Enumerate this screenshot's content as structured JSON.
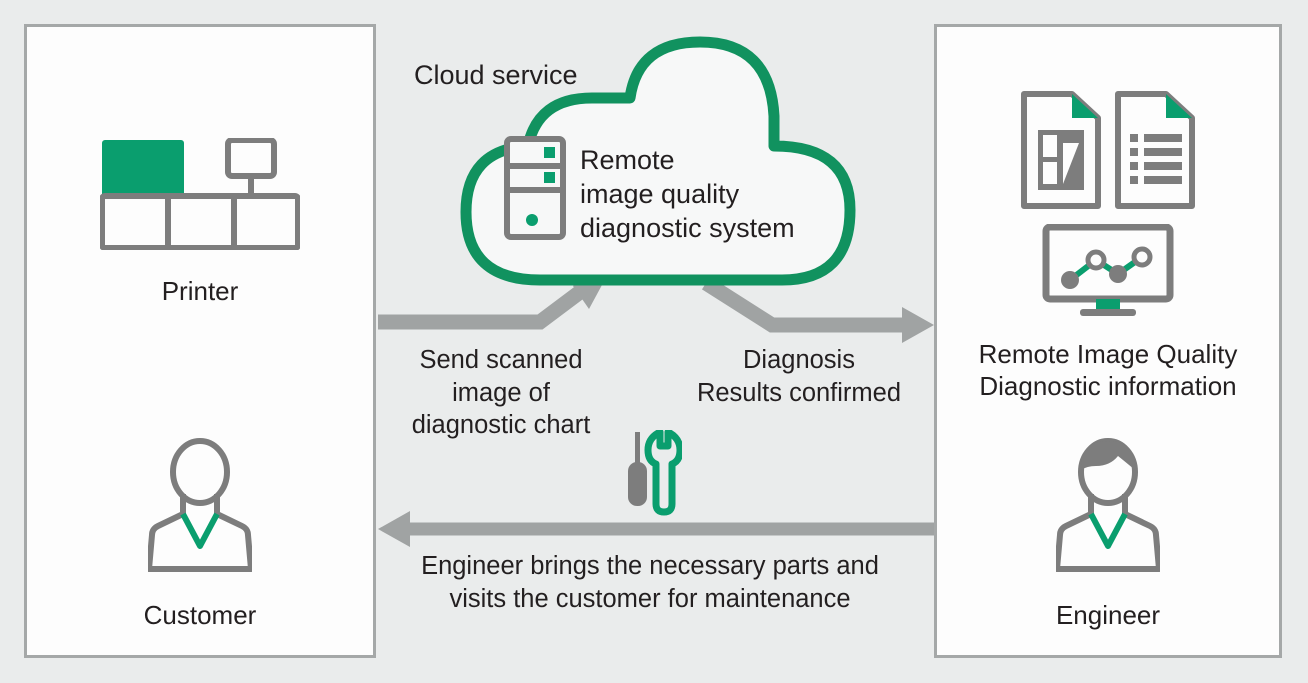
{
  "theme": {
    "background": "#eaecec",
    "panel_fill": "#fdfdfd",
    "panel_border": "#a5a8a8",
    "accent_green": "#0a9e6e",
    "icon_gray": "#7d7d7d",
    "arrow_gray": "#a0a3a3",
    "text_color": "#231f20"
  },
  "panels": {
    "customer": {
      "printer_label": "Printer",
      "person_label": "Customer",
      "printer_icon": "printer-icon",
      "person_icon": "customer-person-icon"
    },
    "engineer": {
      "info_label": "Remote Image Quality\nDiagnostic information",
      "person_label": "Engineer",
      "documents_icon": "documents-icon",
      "monitor_icon": "monitor-chart-icon",
      "person_icon": "engineer-person-icon"
    }
  },
  "cloud": {
    "title": "Cloud service",
    "system_name": "Remote\nimage quality\ndiagnostic system",
    "server_icon": "server-tower-icon",
    "shape_icon": "cloud-shape"
  },
  "flows": {
    "send": {
      "label": "Send scanned\nimage of\ndiagnostic chart",
      "arrow": "arrow-printer-to-cloud"
    },
    "diagnosis": {
      "label": "Diagnosis\nResults confirmed",
      "arrow": "arrow-cloud-to-engineer"
    },
    "visit": {
      "label": "Engineer brings the necessary parts and\nvisits the customer for maintenance",
      "arrow": "arrow-engineer-to-customer",
      "tools_icon": "screwdriver-wrench-icon"
    }
  }
}
